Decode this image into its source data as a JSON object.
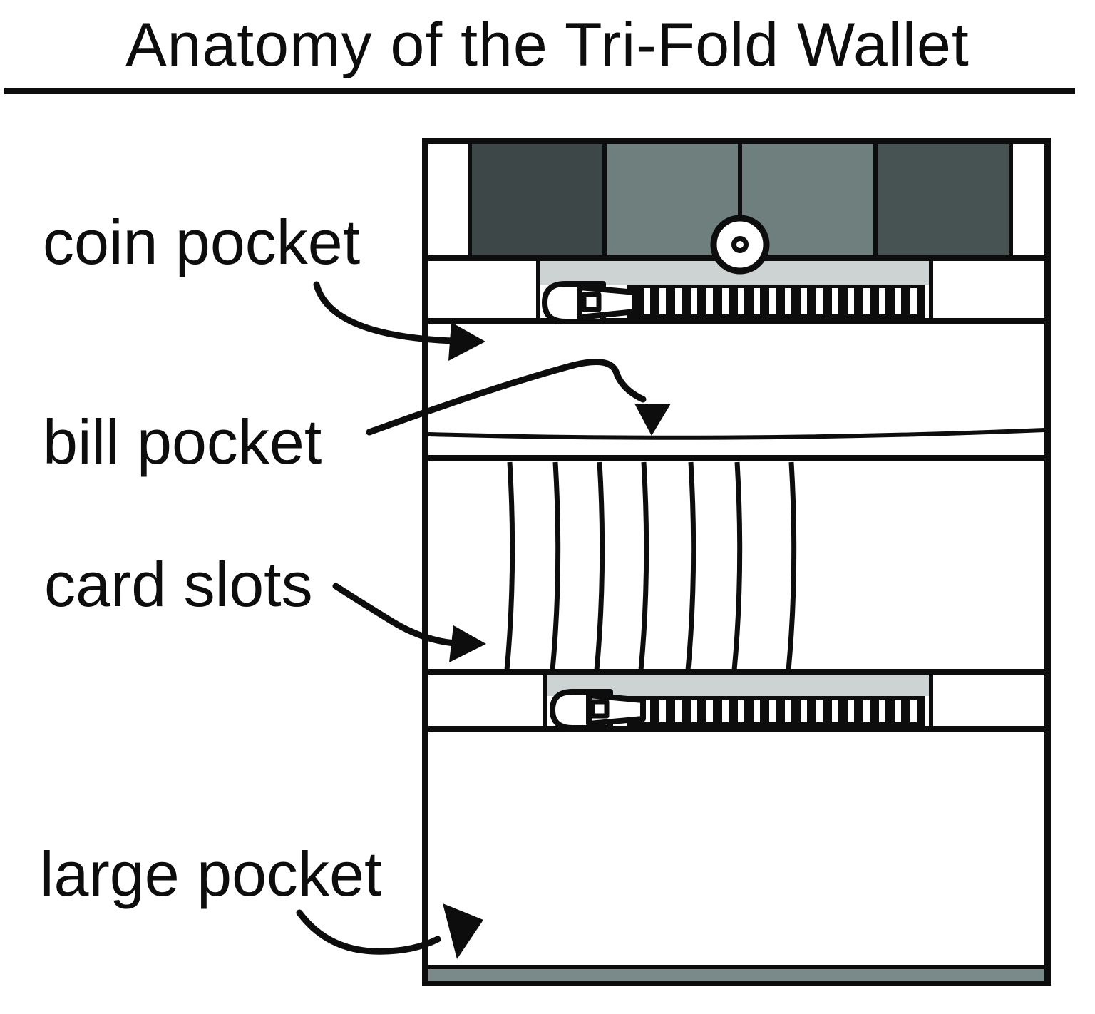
{
  "title": "Anatomy of the Tri-Fold Wallet",
  "labels": {
    "coin_pocket": {
      "text": "coin pocket"
    },
    "bill_pocket": {
      "text": "bill pocket"
    },
    "card_slots": {
      "text": "card slots"
    },
    "large_pocket": {
      "text": "large pocket"
    }
  },
  "colors": {
    "ink": "#0d0d0d",
    "panel_dark": "#3d4748",
    "panel_mid": "#6e7f7d",
    "panel_dark2": "#475253",
    "tape": "#ccd3d2",
    "strip": "#7a8a8a"
  },
  "wallet_parts_icons": [
    "snap-button-icon",
    "zipper-pull-icon",
    "zipper-teeth-icon",
    "arrow-icon"
  ]
}
